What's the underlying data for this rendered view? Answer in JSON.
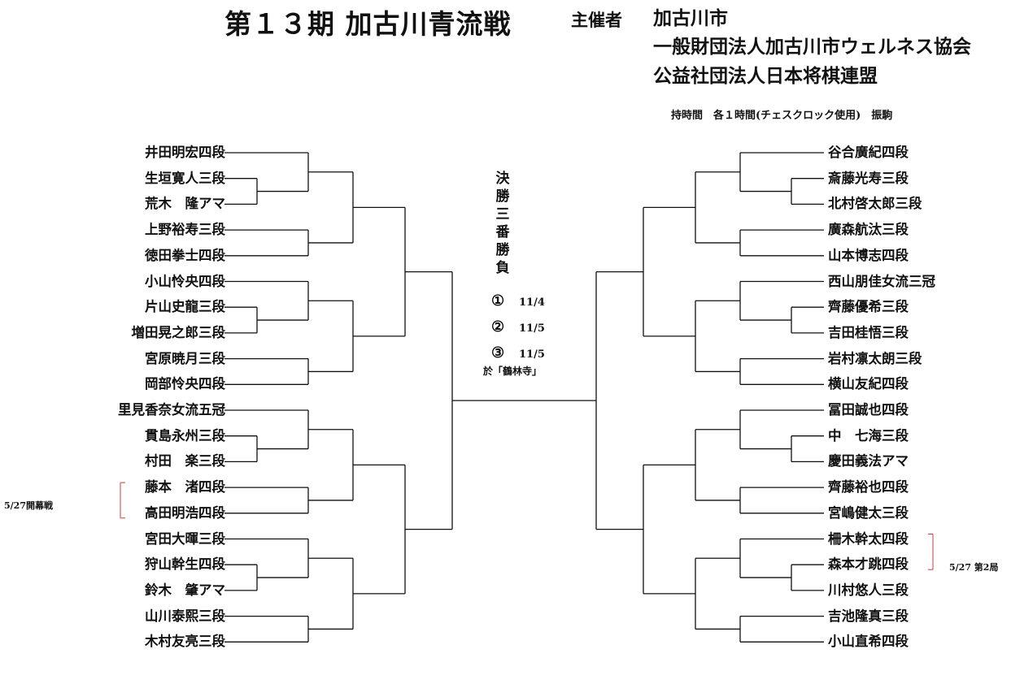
{
  "header": {
    "title": "第１３期 加古川青流戦",
    "organizer_label": "主催者",
    "organizers": [
      "加古川市",
      "一般財団法人加古川市ウェルネス協会",
      "公益社団法人日本将棋連盟"
    ],
    "time_rule": "持時間　各１時間(チェスクロック使用)　振駒"
  },
  "final": {
    "label": "決勝三番勝負",
    "games": [
      {
        "mark": "①",
        "date": "11/4"
      },
      {
        "mark": "②",
        "date": "11/5"
      },
      {
        "mark": "③",
        "date": "11/5"
      }
    ],
    "venue": "於「鶴林寺」"
  },
  "left_players": [
    "井田明宏四段",
    "生垣寛人三段",
    "荒木　隆アマ",
    "上野裕寿三段",
    "徳田拳士四段",
    "小山怜央四段",
    "片山史龍三段",
    "増田晃之郎三段",
    "宮原暁月三段",
    "岡部怜央四段",
    "里見香奈女流五冠",
    "貫島永州三段",
    "村田　楽三段",
    "藤本　渚四段",
    "高田明浩四段",
    "宮田大暉三段",
    "狩山幹生四段",
    "鈴木　肇アマ",
    "山川泰熙三段",
    "木村友亮三段"
  ],
  "right_players": [
    "谷合廣紀四段",
    "斎藤光寿三段",
    "北村啓太郎三段",
    "廣森航汰三段",
    "山本博志四段",
    "西山朋佳女流三冠",
    "齊藤優希三段",
    "吉田桂悟三段",
    "岩村凛太朗三段",
    "横山友紀四段",
    "冨田誠也四段",
    "中　七海三段",
    "慶田義法アマ",
    "齊藤裕也四段",
    "宮嶋健太三段",
    "柵木幹太四段",
    "森本才跳四段",
    "川村悠人三段",
    "吉池隆真三段",
    "小山直希四段"
  ],
  "notes": {
    "opening_game": "5/27開幕戦",
    "second_game": "5/27 第2局"
  },
  "colors": {
    "ink": "#111111",
    "note_bracket": "#d23a3a"
  }
}
